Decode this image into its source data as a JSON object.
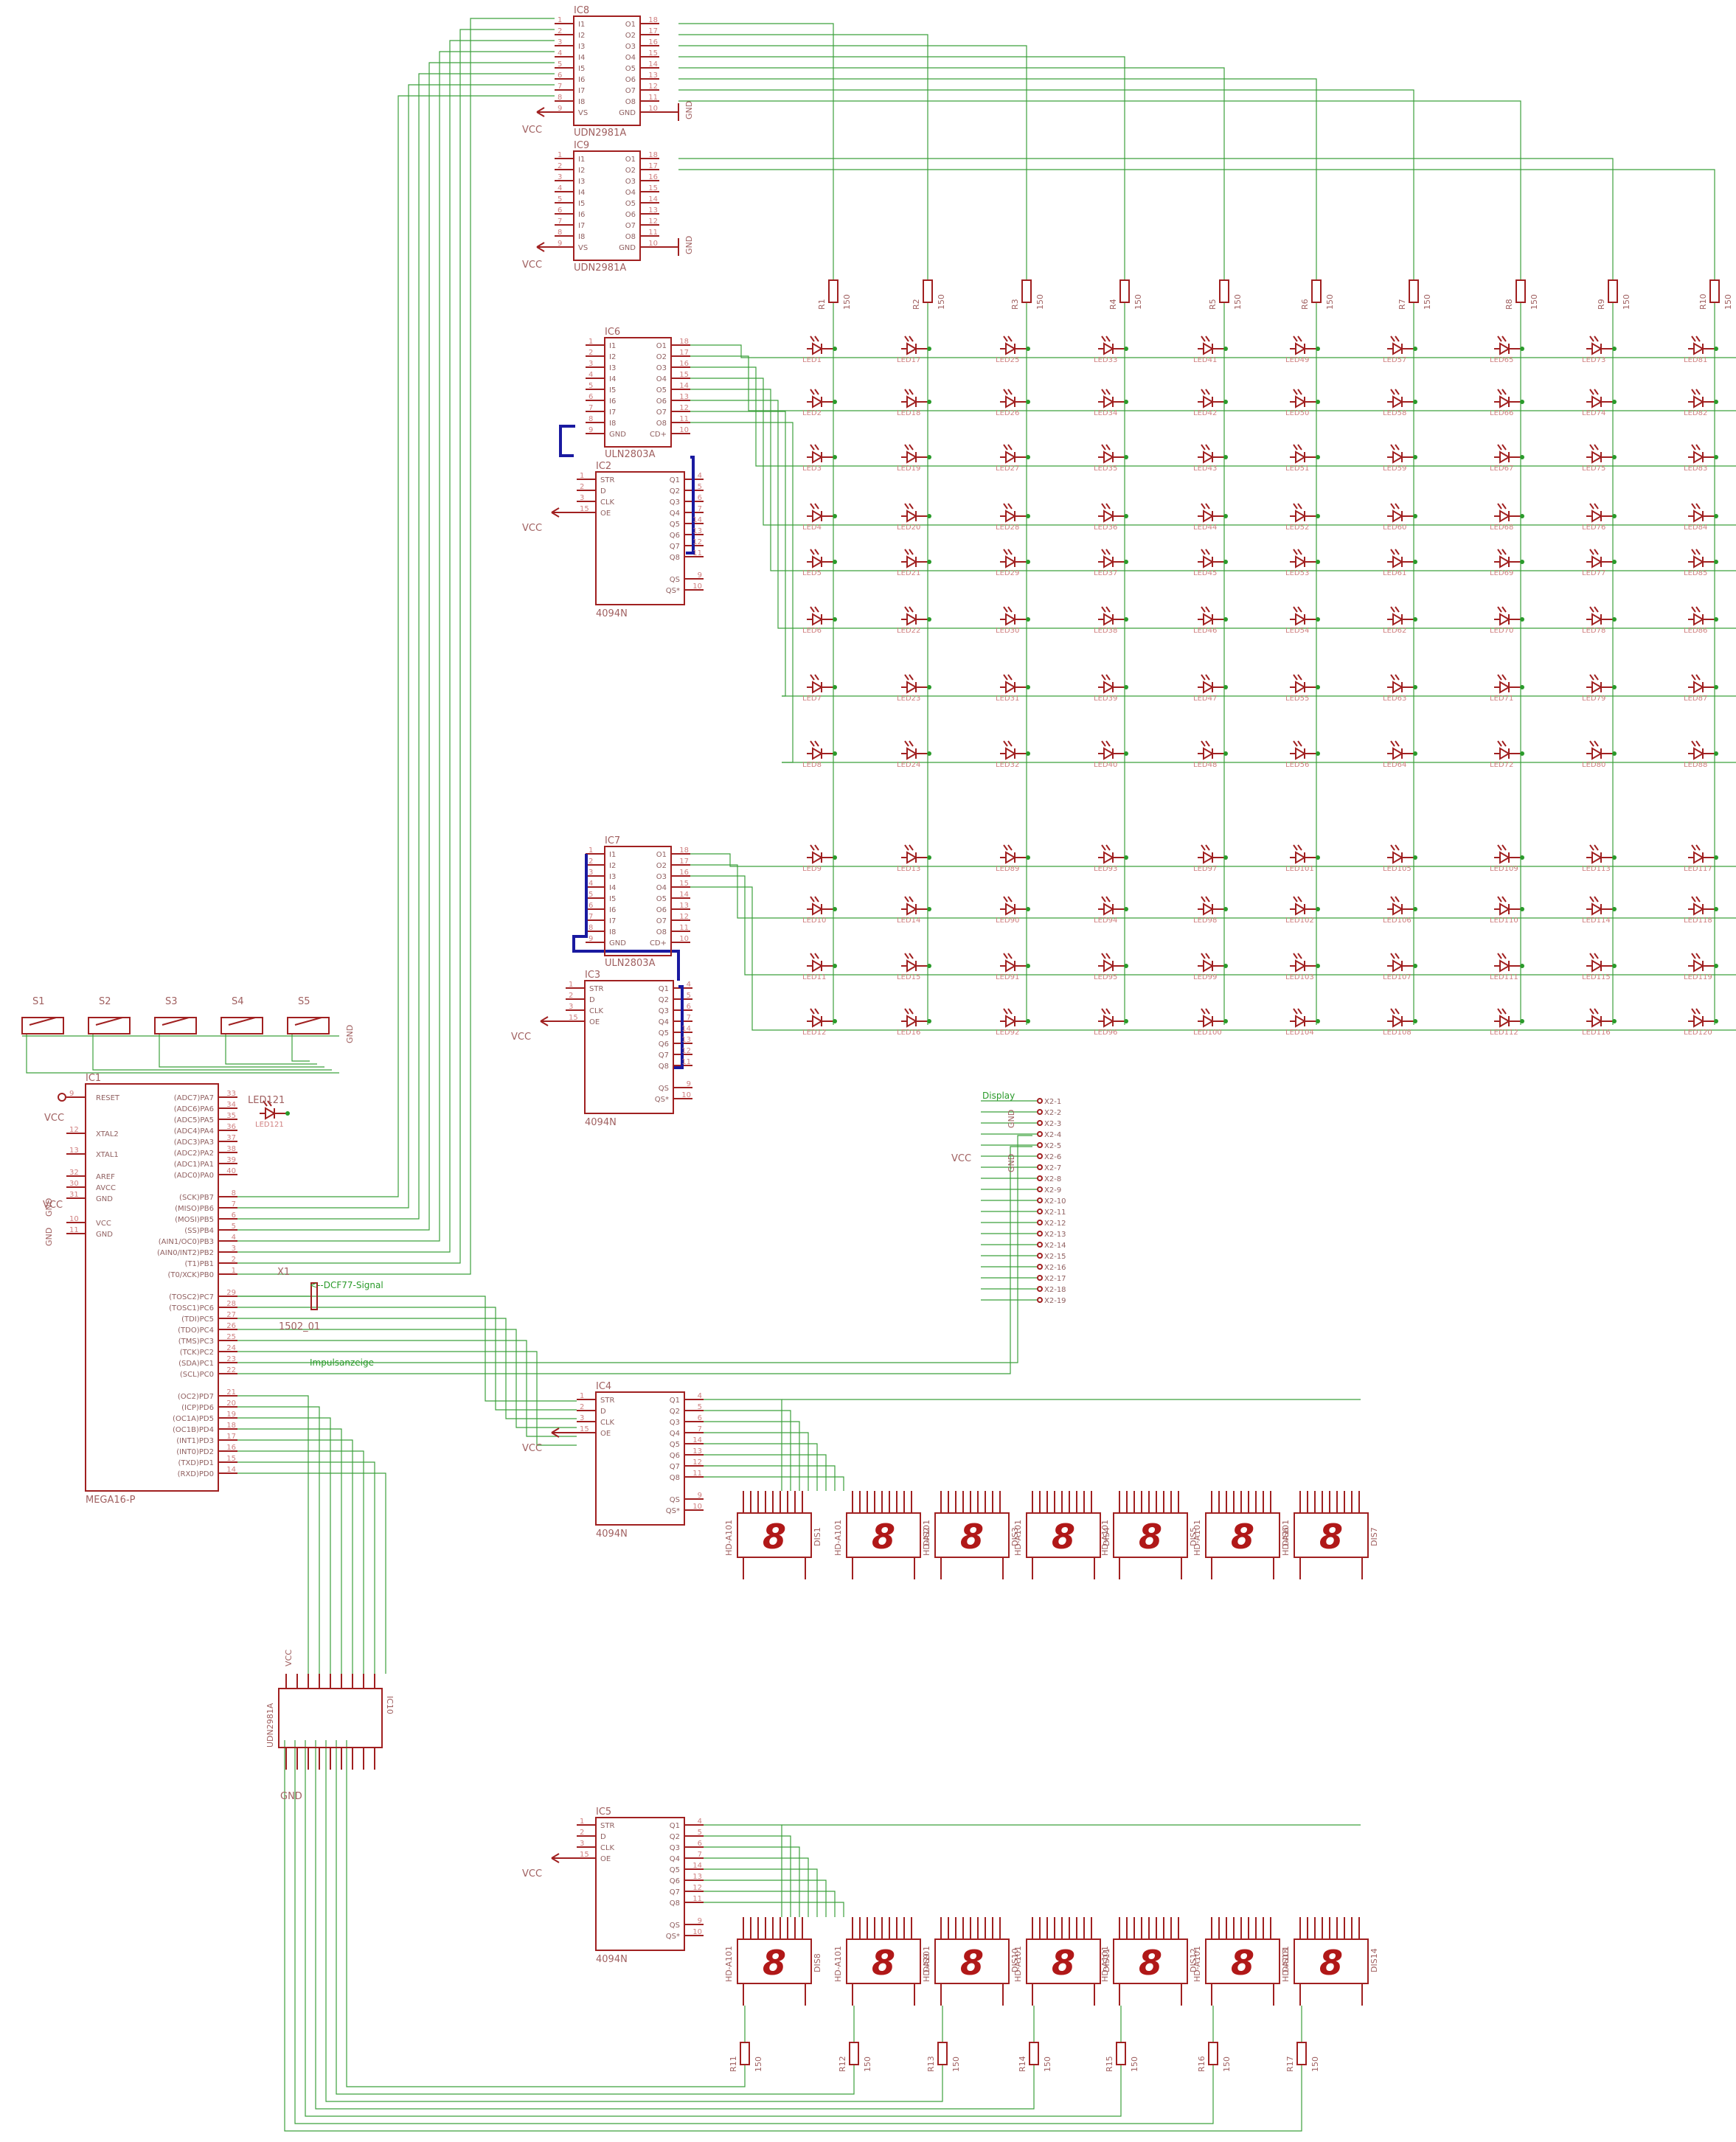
{
  "colors": {
    "wire": "#3ca03c",
    "part": "#a02020",
    "text": "#a06060",
    "bus": "#1a1aa0",
    "net_label": "#2a9a2a"
  },
  "labels": {
    "vcc": "VCC",
    "gnd": "GND",
    "display": "Display",
    "dcf": "<--DCF77-Signal",
    "impuls": "Impulsanzeige",
    "x1": "X1",
    "x1_part": "1502_01",
    "led121": "LED121",
    "r_val": "150"
  },
  "ics": {
    "ic8": {
      "name": "IC8",
      "part": "UDN2981A"
    },
    "ic9": {
      "name": "IC9",
      "part": "UDN2981A"
    },
    "ic6": {
      "name": "IC6",
      "part": "ULN2803A"
    },
    "ic7": {
      "name": "IC7",
      "part": "ULN2803A"
    },
    "ic2": {
      "name": "IC2",
      "part": "4094N"
    },
    "ic3": {
      "name": "IC3",
      "part": "4094N"
    },
    "ic4": {
      "name": "IC4",
      "part": "4094N"
    },
    "ic5": {
      "name": "IC5",
      "part": "4094N"
    },
    "ic1": {
      "name": "IC1",
      "part": "MEGA16-P"
    },
    "ic10": {
      "name": "IC10",
      "part": "UDN2981A"
    }
  },
  "udn_pins": {
    "left_num": [
      "1",
      "2",
      "3",
      "4",
      "5",
      "6",
      "7",
      "8",
      "9"
    ],
    "left_name": [
      "I1",
      "I2",
      "I3",
      "I4",
      "I5",
      "I6",
      "I7",
      "I8",
      "VS"
    ],
    "right_num": [
      "18",
      "17",
      "16",
      "15",
      "14",
      "13",
      "12",
      "11",
      "10"
    ],
    "right_name": [
      "O1",
      "O2",
      "O3",
      "O4",
      "O5",
      "O6",
      "O7",
      "O8",
      "GND"
    ]
  },
  "uln_pins": {
    "left_num": [
      "1",
      "2",
      "3",
      "4",
      "5",
      "6",
      "7",
      "8",
      "9"
    ],
    "left_name": [
      "I1",
      "I2",
      "I3",
      "I4",
      "I5",
      "I6",
      "I7",
      "I8",
      "GND"
    ],
    "right_num": [
      "18",
      "17",
      "16",
      "15",
      "14",
      "13",
      "12",
      "11",
      "10"
    ],
    "right_name": [
      "O1",
      "O2",
      "O3",
      "O4",
      "O5",
      "O6",
      "O7",
      "O8",
      "CD+"
    ]
  },
  "shift_pins": {
    "left_num": [
      "1",
      "2",
      "3",
      "15"
    ],
    "left_name": [
      "STR",
      "D",
      "CLK",
      "OE"
    ],
    "right_num": [
      "4",
      "5",
      "6",
      "7",
      "14",
      "13",
      "12",
      "11",
      "",
      "9",
      "10"
    ],
    "right_name": [
      "Q1",
      "Q2",
      "Q3",
      "Q4",
      "Q5",
      "Q6",
      "Q7",
      "Q8",
      "",
      "QS",
      "QS*"
    ]
  },
  "mega_pins": {
    "left": [
      {
        "num": "9",
        "name": "RESET"
      },
      {
        "num": "12",
        "name": "XTAL2"
      },
      {
        "num": "13",
        "name": "XTAL1"
      },
      {
        "num": "32",
        "name": "AREF"
      },
      {
        "num": "30",
        "name": "AVCC"
      },
      {
        "num": "31",
        "name": "GND"
      },
      {
        "num": "10",
        "name": "VCC"
      },
      {
        "num": "11",
        "name": "GND"
      }
    ],
    "right": [
      {
        "num": "33",
        "name": "(ADC7)PA7"
      },
      {
        "num": "34",
        "name": "(ADC6)PA6"
      },
      {
        "num": "35",
        "name": "(ADC5)PA5"
      },
      {
        "num": "36",
        "name": "(ADC4)PA4"
      },
      {
        "num": "37",
        "name": "(ADC3)PA3"
      },
      {
        "num": "38",
        "name": "(ADC2)PA2"
      },
      {
        "num": "39",
        "name": "(ADC1)PA1"
      },
      {
        "num": "40",
        "name": "(ADC0)PA0"
      },
      {
        "num": "8",
        "name": "(SCK)PB7"
      },
      {
        "num": "7",
        "name": "(MISO)PB6"
      },
      {
        "num": "6",
        "name": "(MOSI)PB5"
      },
      {
        "num": "5",
        "name": "(SS)PB4"
      },
      {
        "num": "4",
        "name": "(AIN1/OC0)PB3"
      },
      {
        "num": "3",
        "name": "(AIN0/INT2)PB2"
      },
      {
        "num": "2",
        "name": "(T1)PB1"
      },
      {
        "num": "1",
        "name": "(T0/XCK)PB0"
      },
      {
        "num": "29",
        "name": "(TOSC2)PC7"
      },
      {
        "num": "28",
        "name": "(TOSC1)PC6"
      },
      {
        "num": "27",
        "name": "(TDI)PC5"
      },
      {
        "num": "26",
        "name": "(TDO)PC4"
      },
      {
        "num": "25",
        "name": "(TMS)PC3"
      },
      {
        "num": "24",
        "name": "(TCK)PC2"
      },
      {
        "num": "23",
        "name": "(SDA)PC1"
      },
      {
        "num": "22",
        "name": "(SCL)PC0"
      },
      {
        "num": "21",
        "name": "(OC2)PD7"
      },
      {
        "num": "20",
        "name": "(ICP)PD6"
      },
      {
        "num": "19",
        "name": "(OC1A)PD5"
      },
      {
        "num": "18",
        "name": "(OC1B)PD4"
      },
      {
        "num": "17",
        "name": "(INT1)PD3"
      },
      {
        "num": "16",
        "name": "(INT0)PD2"
      },
      {
        "num": "15",
        "name": "(TXD)PD1"
      },
      {
        "num": "14",
        "name": "(RXD)PD0"
      }
    ]
  },
  "switches": [
    "S1",
    "S2",
    "S3",
    "S4",
    "S5"
  ],
  "res_top": [
    "R1",
    "R2",
    "R3",
    "R4",
    "R5",
    "R6",
    "R7",
    "R8",
    "R9",
    "R10"
  ],
  "res_bottom": [
    "R11",
    "R12",
    "R13",
    "R14",
    "R15",
    "R16",
    "R17"
  ],
  "led_cols_a": [
    [
      "LED1",
      "LED2",
      "LED3",
      "LED4",
      "LED5",
      "LED6",
      "LED7",
      "LED8"
    ],
    [
      "LED17",
      "LED18",
      "LED19",
      "LED20",
      "LED21",
      "LED22",
      "LED23",
      "LED24"
    ],
    [
      "LED25",
      "LED26",
      "LED27",
      "LED28",
      "LED29",
      "LED30",
      "LED31",
      "LED32"
    ],
    [
      "LED33",
      "LED34",
      "LED35",
      "LED36",
      "LED37",
      "LED38",
      "LED39",
      "LED40"
    ],
    [
      "LED41",
      "LED42",
      "LED43",
      "LED44",
      "LED45",
      "LED46",
      "LED47",
      "LED48"
    ],
    [
      "LED49",
      "LED50",
      "LED51",
      "LED52",
      "LED53",
      "LED54",
      "LED55",
      "LED56"
    ],
    [
      "LED57",
      "LED58",
      "LED59",
      "LED60",
      "LED61",
      "LED62",
      "LED63",
      "LED64"
    ],
    [
      "LED65",
      "LED66",
      "LED67",
      "LED68",
      "LED69",
      "LED70",
      "LED71",
      "LED72"
    ],
    [
      "LED73",
      "LED74",
      "LED75",
      "LED76",
      "LED77",
      "LED78",
      "LED79",
      "LED80"
    ],
    [
      "LED81",
      "LED82",
      "LED83",
      "LED84",
      "LED85",
      "LED86",
      "LED87",
      "LED88"
    ]
  ],
  "led_cols_b": [
    [
      "LED9",
      "LED10",
      "LED11",
      "LED12"
    ],
    [
      "LED13",
      "LED14",
      "LED15",
      "LED16"
    ],
    [
      "LED89",
      "LED90",
      "LED91",
      "LED92"
    ],
    [
      "LED93",
      "LED94",
      "LED95",
      "LED96"
    ],
    [
      "LED97",
      "LED98",
      "LED99",
      "LED100"
    ],
    [
      "LED101",
      "LED102",
      "LED103",
      "LED104"
    ],
    [
      "LED105",
      "LED106",
      "LED107",
      "LED108"
    ],
    [
      "LED109",
      "LED110",
      "LED111",
      "LED112"
    ],
    [
      "LED113",
      "LED114",
      "LED115",
      "LED116"
    ],
    [
      "LED117",
      "LED118",
      "LED119",
      "LED120"
    ]
  ],
  "digits_top": [
    "DIS1",
    "DIS2",
    "DIS3",
    "DIS4",
    "DIS5",
    "DIS6",
    "DIS7"
  ],
  "digits_bottom": [
    "DIS8",
    "DIS9",
    "DIS10",
    "DIS11",
    "DIS12",
    "DIS13",
    "DIS14"
  ],
  "digit_part": "HD-A101",
  "digit_glyph": "8",
  "display_pins": [
    "X2-1",
    "X2-2",
    "X2-3",
    "X2-4",
    "X2-5",
    "X2-6",
    "X2-7",
    "X2-8",
    "X2-9",
    "X2-10",
    "X2-11",
    "X2-12",
    "X2-13",
    "X2-14",
    "X2-15",
    "X2-16",
    "X2-17",
    "X2-18",
    "X2-19"
  ]
}
